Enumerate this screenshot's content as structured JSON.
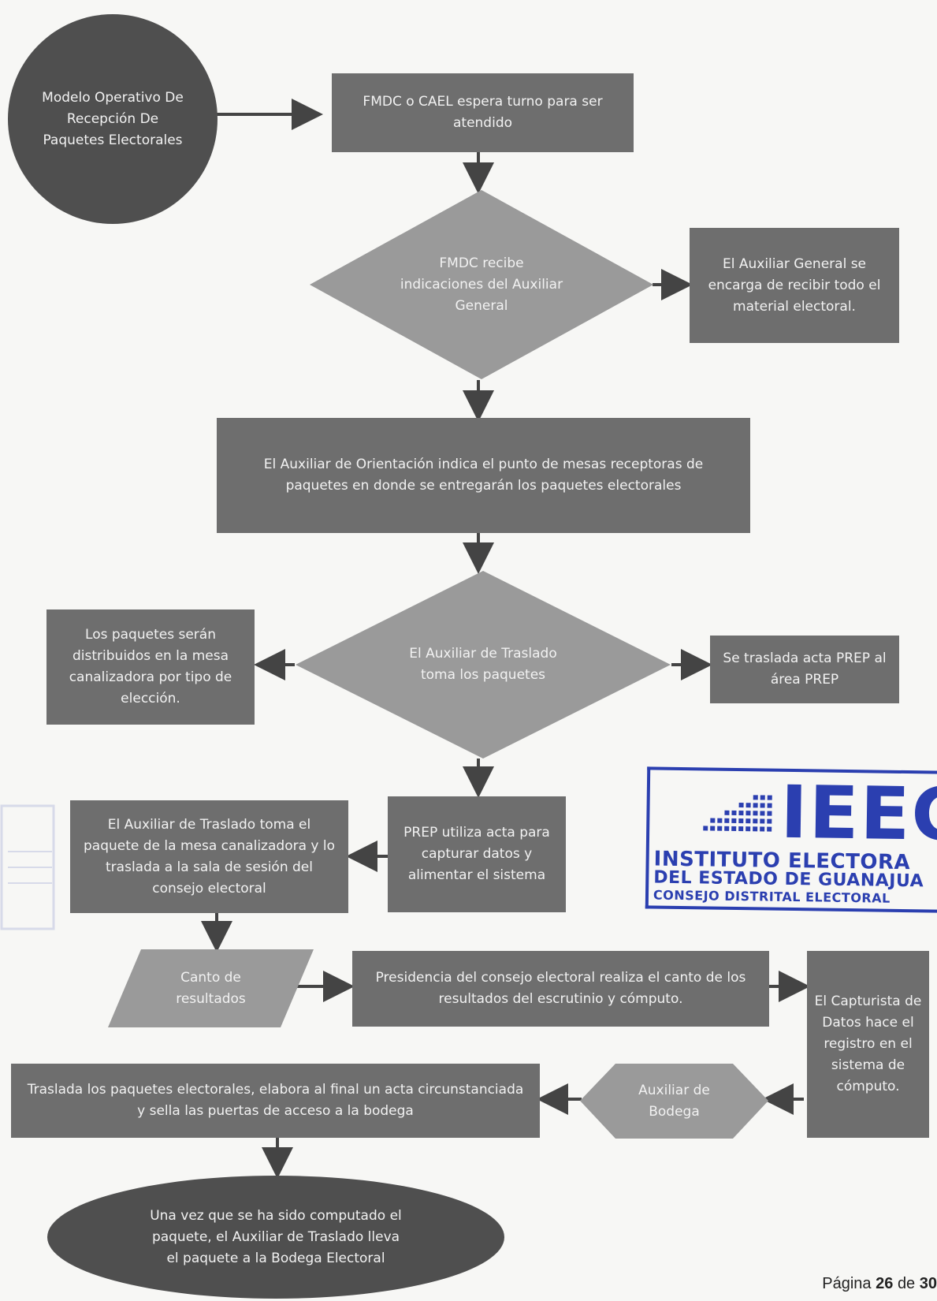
{
  "flowchart": {
    "start": "Modelo Operativo De Recepción De Paquetes Electorales",
    "step1": "FMDC o CAEL espera turno para ser atendido",
    "decision1": "FMDC recibe indicaciones del Auxiliar General",
    "step1b": "El Auxiliar General se encarga de recibir todo el material electoral.",
    "step2": "El Auxiliar de Orientación indica el punto de mesas receptoras de paquetes en donde se entregarán los paquetes electorales",
    "decision2": "El Auxiliar de Traslado toma los paquetes",
    "left_branch": "Los paquetes serán distribuidos en la mesa canalizadora por tipo de elección.",
    "right_branch": "Se traslada acta PREP al área PREP",
    "prep": "PREP utiliza acta para capturar datos y alimentar el sistema",
    "traslado": "El Auxiliar de Traslado toma el paquete de la mesa canalizadora y lo traslada a la sala de sesión del consejo electoral",
    "canto": "Canto de resultados",
    "presidencia": "Presidencia del consejo electoral realiza el canto de los resultados del escrutinio y cómputo.",
    "capturista": "El Capturista de Datos hace el registro en el sistema de cómputo.",
    "bodega": "Auxiliar de Bodega",
    "sella": "Traslada los paquetes electorales, elabora al final un acta circunstanciada y sella las puertas de acceso a la bodega",
    "end": "Una vez que se ha sido computado el paquete, el Auxiliar de Traslado lleva el paquete a la Bodega Electoral"
  },
  "stamp": {
    "logo": "IEEG",
    "line1": "INSTITUTO ELECTORA",
    "line2": "DEL ESTADO DE GUANAJUA",
    "line3": "CONSEJO DISTRITAL ELECTORAL"
  },
  "page": {
    "prefix": "Página",
    "current": "26",
    "of": "de",
    "total": "30"
  },
  "colors": {
    "box": "#6e6e6e",
    "dark": "#4f4f4f",
    "diamond": "#9a9a9a",
    "arrow": "#444444",
    "stamp": "#2b3fb0"
  }
}
